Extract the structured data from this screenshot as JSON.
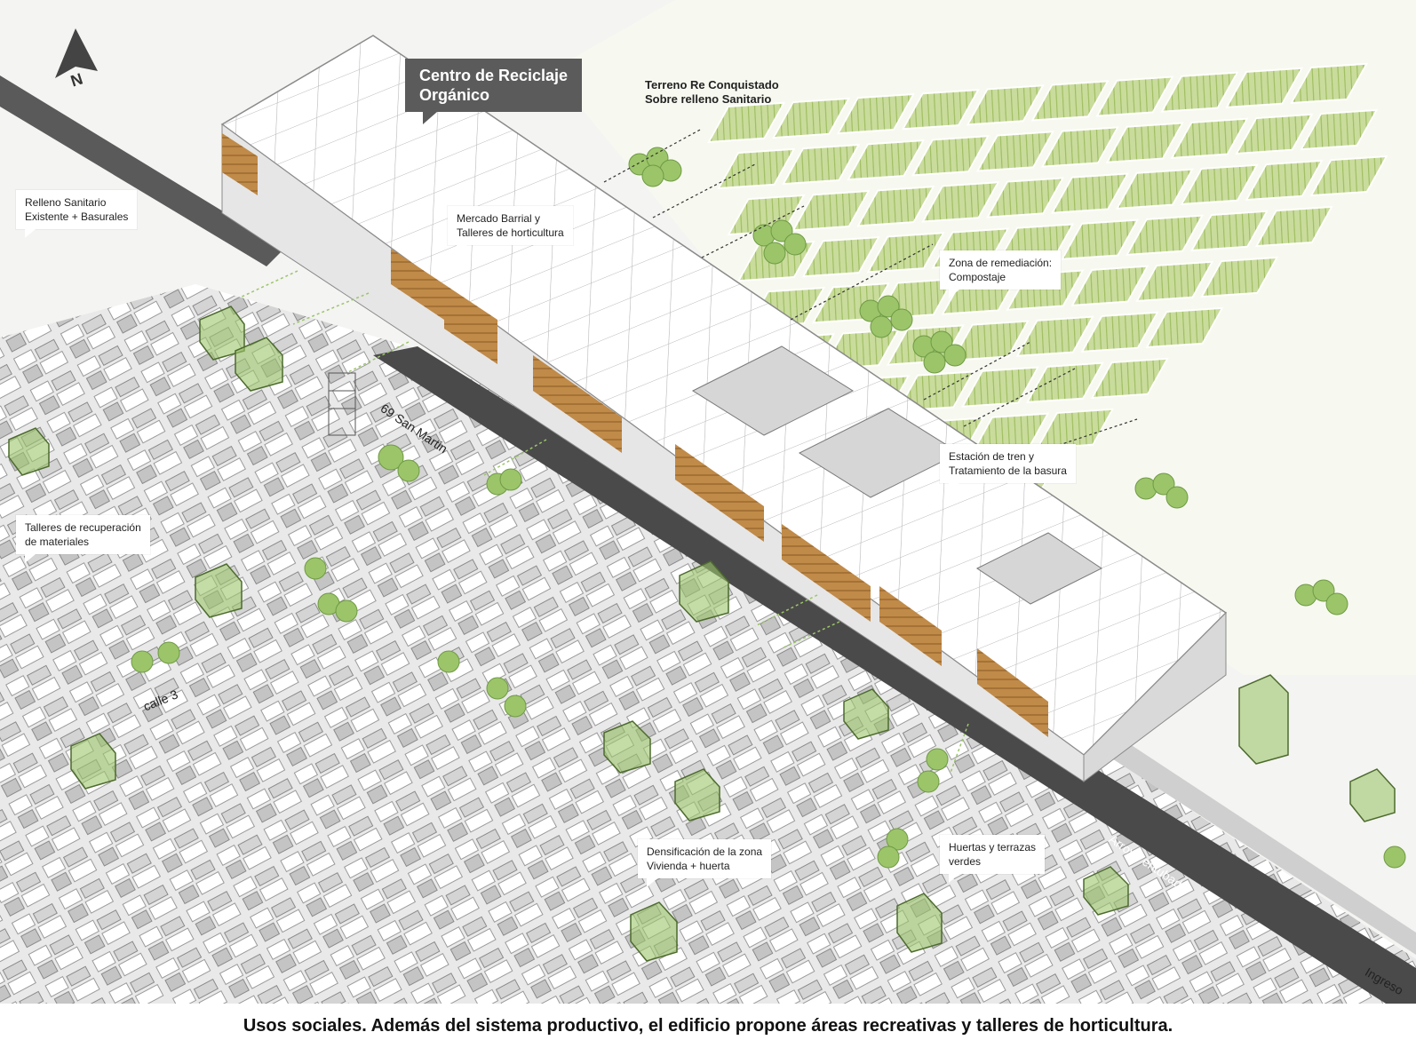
{
  "north_letter": "N",
  "labels": {
    "centro": "Centro de Reciclaje\nOrgánico",
    "terreno": "Terreno Re Conquistado\nSobre relleno Sanitario",
    "relleno": "Relleno Sanitario\nExistente + Basurales",
    "mercado": "Mercado Barrial y\nTalleres de horticultura",
    "zona_remediacion": "Zona de remediación:\nCompostaje",
    "estacion": "Estación de tren y\nTratamiento de la basura",
    "talleres_recuperacion": "Talleres de recuperación\nde materiales",
    "densificacion": "Densificación de la zona\nVivienda + huerta",
    "huertas": "Huertas y terrazas\nverdes"
  },
  "streets": {
    "san_martin": "69 San Martin",
    "calle3": "calle 3",
    "arroyo": "Arroyo entubado",
    "ingreso": "Ingreso"
  },
  "caption": "Usos sociales. Además del sistema productivo, el edificio propone áreas recreativas y talleres de horticultura.",
  "colors": {
    "field_green": "#b8cf86",
    "tree_green": "#9cc56a",
    "building_white": "#ffffff",
    "line_gray": "#8a8a8a",
    "road_dark": "#4a4a4a",
    "wood_brown": "#b07a3a"
  }
}
